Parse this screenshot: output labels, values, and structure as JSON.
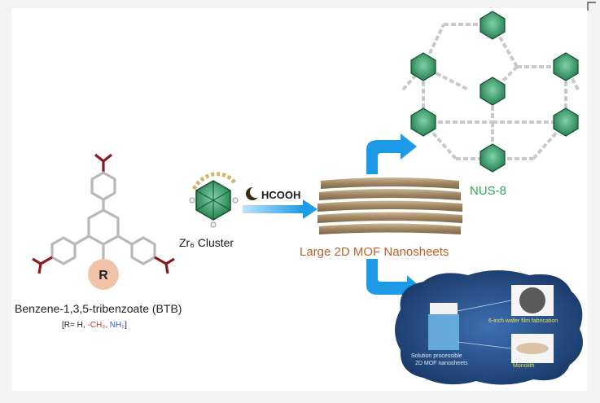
{
  "labels": {
    "btb_name": "Benzene-1,3,5-tribenzoate (BTB)",
    "r_group": "R",
    "r_prefix": "[R= H, ",
    "r_methyl": "-CH₃,",
    "r_amine": " NH₂",
    "r_suffix": "]",
    "cluster": "Zr₆ Cluster",
    "acid": "HCOOH",
    "nanosheets": "Large 2D MOF Nanosheets",
    "framework": "NUS-8",
    "film": "6-inch wafer film fabrication",
    "solution_1": "Solution processible",
    "solution_2": "2D MOF nanosheets",
    "monolith": "Monolith"
  },
  "colors": {
    "nanosheets_label": "#c0602a",
    "framework_label": "#2aa85a",
    "arrow_blue": "#1e9be6",
    "cluster_green": "#2f9e68",
    "sheet_tan": "#a8906c",
    "r_circle": "#f0c2a8",
    "carboxylate": "#8b1a1a"
  }
}
